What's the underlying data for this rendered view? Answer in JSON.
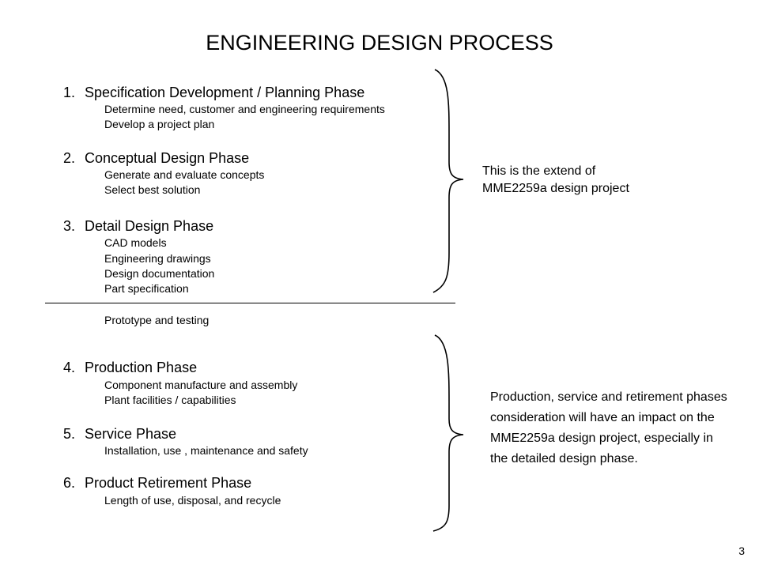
{
  "title": "ENGINEERING DESIGN PROCESS",
  "phases": [
    {
      "num": "1.",
      "label": "Specification Development / Planning Phase",
      "items": [
        "Determine need, customer and engineering requirements",
        "Develop a project plan"
      ]
    },
    {
      "num": "2.",
      "label": "Conceptual Design Phase",
      "items": [
        "Generate and evaluate concepts",
        "Select best solution"
      ]
    },
    {
      "num": "3.",
      "label": "Detail Design Phase",
      "items": [
        "CAD models",
        "Engineering drawings",
        "Design documentation",
        "Part specification"
      ]
    },
    {
      "num": "4.",
      "label": "Production Phase",
      "items": [
        "Component manufacture and assembly",
        "Plant facilities / capabilities"
      ]
    },
    {
      "num": "5.",
      "label": "Service Phase",
      "items": [
        "Installation, use , maintenance and safety"
      ]
    },
    {
      "num": "6.",
      "label": "Product Retirement Phase",
      "items": [
        "Length of use, disposal, and recycle"
      ]
    }
  ],
  "prototype_text": "Prototype and testing",
  "note_top": [
    "This is the extend of",
    "MME2259a design project"
  ],
  "note_bottom": "Production, service and retirement phases consideration will have an impact on the MME2259a design project, especially in the detailed design phase.",
  "page_number": "3"
}
